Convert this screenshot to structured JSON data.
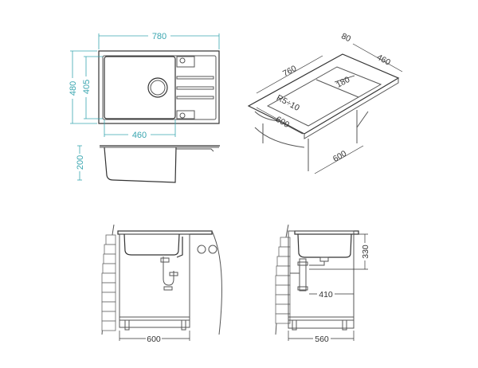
{
  "top_view": {
    "width_label": "780",
    "depth_label": "480",
    "bowl_depth_label": "405",
    "bowl_width_label": "460"
  },
  "side_view": {
    "height_label": "200"
  },
  "iso_view": {
    "length_label": "760",
    "offset_label": "80",
    "depth_label": "460",
    "bowl_label": "180",
    "radius_label": "R5÷10",
    "front_label": "600",
    "cabinet_label": "600"
  },
  "front_install": {
    "cabinet_width_label": "600"
  },
  "side_install": {
    "cabinet_width_label": "560",
    "drain_offset_label": "410",
    "depth_label": "330"
  },
  "colors": {
    "dimension": "#3aa6b0",
    "line": "#555555"
  }
}
